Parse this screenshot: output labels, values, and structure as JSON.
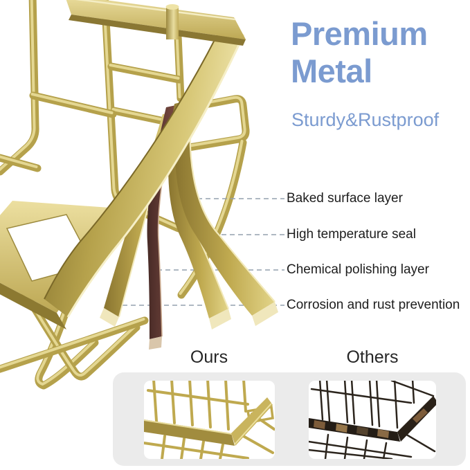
{
  "header": {
    "title_line1": "Premium",
    "title_line2": "Metal",
    "subtitle": "Sturdy&Rustproof"
  },
  "callouts": [
    {
      "label": "Baked surface layer"
    },
    {
      "label": "High temperature seal"
    },
    {
      "label": "Chemical polishing layer"
    },
    {
      "label": "Corrosion and rust prevention"
    }
  ],
  "comparison": {
    "ours_label": "Ours",
    "others_label": "Others"
  },
  "product": {
    "name": "gold-wire-basket",
    "layers_shown": [
      "Baked surface layer",
      "High temperature seal",
      "Chemical polishing layer",
      "Corrosion and rust prevention"
    ]
  },
  "colors": {
    "accent_blue": "#7b9bd0",
    "gold": "#c9b45d",
    "gold_dark": "#8a7733",
    "gold_light": "#f2e8b4",
    "maroon_layer": "#6e4140",
    "panel_gray": "#ebebeb",
    "dashed_line": "#93a0ae",
    "label_text": "#1d1d1d"
  }
}
